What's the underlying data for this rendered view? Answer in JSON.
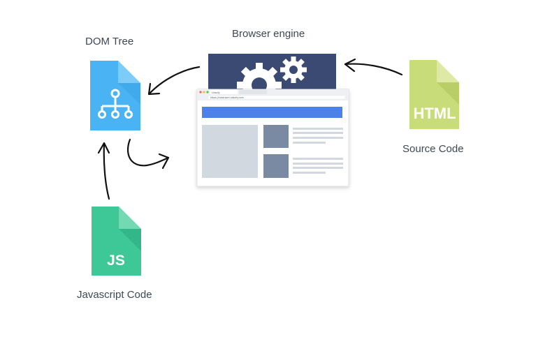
{
  "labels": {
    "browser_engine": "Browser engine",
    "dom_tree": "DOM Tree",
    "source_code": "Source Code",
    "javascript_code": "Javascript Code"
  },
  "icons": {
    "html_file_text": "HTML",
    "js_file_text": "JS",
    "dom_file": "tree-structure-icon",
    "engine": "gears-icon"
  },
  "browser_window": {
    "tab_label": "Udacity",
    "url": "https://classroom.udacity.com"
  },
  "colors": {
    "dom_file": "#4ab3f4",
    "html_file": "#c9dc7a",
    "js_file": "#3ec797",
    "engine_panel": "#3b4a72",
    "banner": "#4c82e8",
    "placeholder_light": "#d2d8e0",
    "placeholder_dark": "#7a8aa3",
    "text_dark": "#3d4852"
  }
}
